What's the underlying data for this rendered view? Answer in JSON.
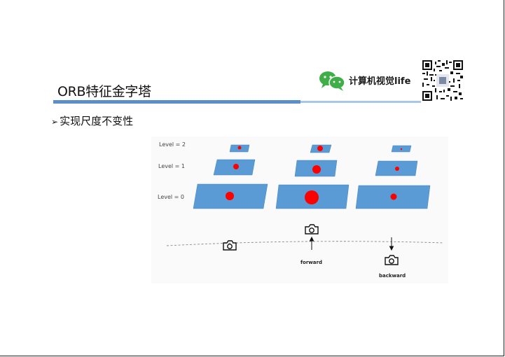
{
  "slide": {
    "title": "ORB特征金字塔",
    "brand_text": "计算机视觉life",
    "bullet": "实现尺度不变性",
    "bullet_marker": "➢"
  },
  "figure": {
    "levels": [
      "Level = 2",
      "Level = 1",
      "Level = 0"
    ],
    "labels": {
      "forward": "forward",
      "backward": "backward"
    },
    "colors": {
      "plane": "#5b9bd5",
      "plane_edge": "#4a86c0",
      "dot": "#ff0000",
      "dashed": "#888888"
    }
  },
  "icons": [
    "wechat-logo-icon",
    "qr-code-icon",
    "camera-icon",
    "arrow-up-icon",
    "arrow-down-icon"
  ]
}
